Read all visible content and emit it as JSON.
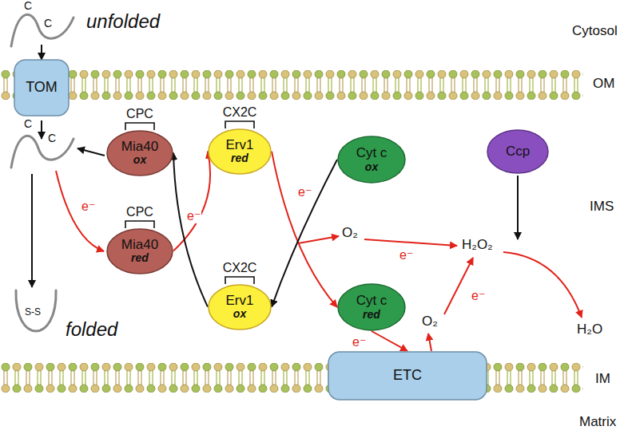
{
  "diagram": {
    "nodes": [
      {
        "text": [
          "TOM"
        ]
      },
      {
        "text": [
          "CPC",
          "Mia40",
          "ox"
        ]
      },
      {
        "text": [
          "CX2C",
          "Erv1",
          "red"
        ]
      },
      {
        "text": [
          "Cyt c",
          "ox"
        ]
      },
      {
        "text": [
          "Ccp"
        ]
      },
      {
        "text": [
          "CPC",
          "Mia40",
          "red"
        ]
      },
      {
        "text": [
          "CX2C",
          "Erv1",
          "ox"
        ]
      },
      {
        "text": [
          "Cyt c",
          "red"
        ]
      },
      {
        "text": [
          "ETC"
        ]
      }
    ],
    "edges": [
      {
        "from": 5,
        "to": 2,
        "arrow": "to",
        "label": "e⁻"
      },
      {
        "from": 6,
        "to": 1,
        "arrow": "to"
      },
      {
        "from": 2,
        "to": 7,
        "arrow": "to",
        "label": "e⁻"
      },
      {
        "from": 3,
        "to": 6,
        "arrow": "to"
      },
      {
        "from": 7,
        "to": 8,
        "arrow": "to",
        "label": "e⁻"
      }
    ],
    "labels": [
      "C",
      "C",
      "unfolded",
      "Cytosol",
      "OM",
      "IMS",
      "IM",
      "Matrix",
      "C",
      "C",
      "e⁻",
      "S-S",
      "folded",
      "O₂",
      "e⁻",
      "H₂O₂",
      "H₂O",
      "O₂",
      "e⁻"
    ]
  }
}
